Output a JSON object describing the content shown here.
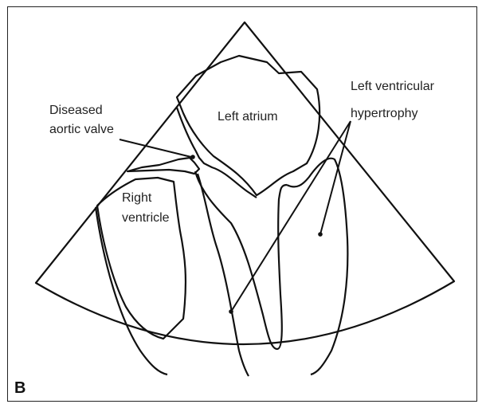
{
  "figure": {
    "panel_letter": "B",
    "labels": {
      "diseased_aortic_valve_line1": "Diseased",
      "diseased_aortic_valve_line2": "aortic valve",
      "left_atrium": "Left atrium",
      "lvh_line1": "Left ventricular",
      "lvh_line2": "hypertrophy",
      "right_ventricle_line1": "Right",
      "right_ventricle_line2": "ventricle"
    },
    "colors": {
      "stroke": "#111111",
      "background": "#ffffff",
      "frame": "#222222"
    }
  }
}
